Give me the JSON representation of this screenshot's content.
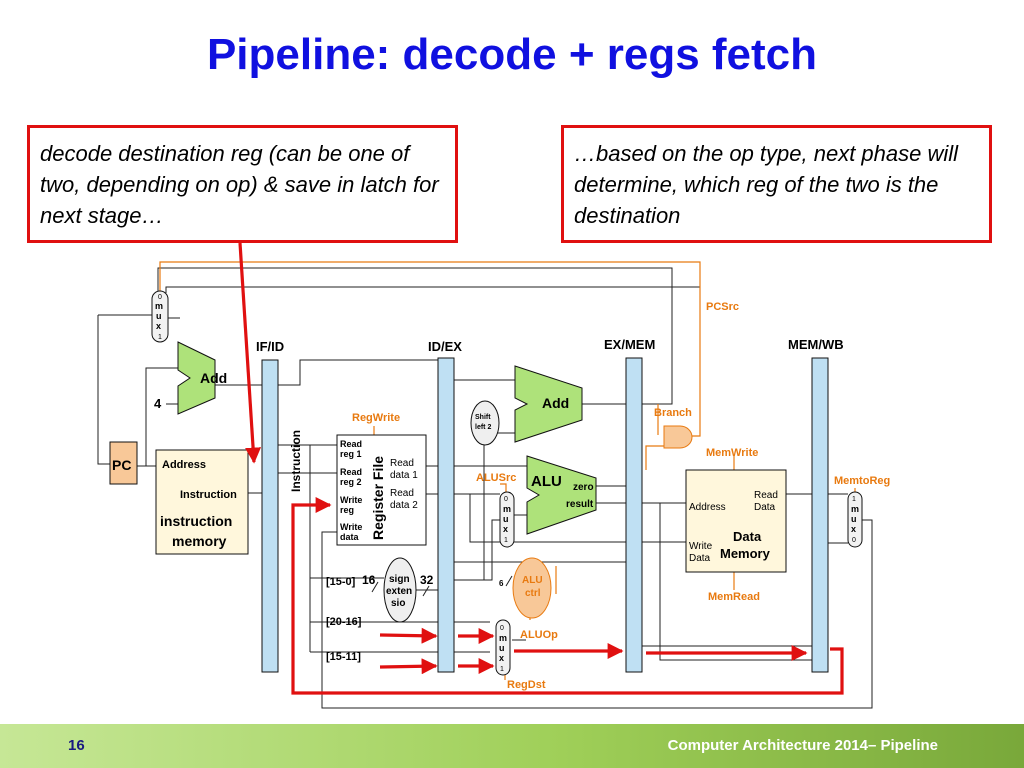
{
  "title": "Pipeline: decode + regs fetch",
  "notes": {
    "left": "decode destination reg (can be one of two, depending on op) & save in latch for next stage…",
    "right": "…based on the op type, next phase will determine, which reg of the two is the destination"
  },
  "diagram": {
    "pipeline_registers": [
      "IF/ID",
      "ID/EX",
      "EX/MEM",
      "MEM/WB"
    ],
    "pc": "PC",
    "add_left": "Add",
    "const_four": "4",
    "mux_letters": [
      "m",
      "u",
      "x"
    ],
    "mux_top": {
      "top_input": "0",
      "bottom_input": "1"
    },
    "mux_alusrc": {
      "top_input": "0",
      "bottom_input": "1"
    },
    "mux_regdst": {
      "top_input": "0",
      "bottom_input": "1"
    },
    "mux_wb": {
      "top_input": "1",
      "bottom_input": "0"
    },
    "instruction_memory": {
      "address": "Address",
      "instruction": "Instruction",
      "name_line1": "instruction",
      "name_line2": "memory"
    },
    "instruction_bus": "Instruction",
    "register_file": {
      "name": "Register File",
      "read_reg1": [
        "Read",
        "reg 1"
      ],
      "read_reg2": [
        "Read",
        "reg 2"
      ],
      "write_reg": [
        "Write",
        "reg"
      ],
      "write_data": [
        "Write",
        "data"
      ],
      "read_data1": [
        "Read",
        "data 1"
      ],
      "read_data2": [
        "Read",
        "data 2"
      ]
    },
    "shift_left": [
      "Shift",
      "left 2"
    ],
    "add_right": "Add",
    "alu": {
      "name": "ALU",
      "zero": "zero",
      "result": "result"
    },
    "sign_extend": [
      "sign",
      "exten",
      "sio"
    ],
    "alu_ctrl": [
      "ALU",
      "ctrl"
    ],
    "data_memory": {
      "address": "Address",
      "read_data": [
        "Read",
        "Data"
      ],
      "write_data": [
        "Write",
        "Data"
      ],
      "name": [
        "Data",
        "Memory"
      ]
    },
    "bit_fields": [
      "[15-0]",
      "[20-16]",
      "[15-11]"
    ],
    "widths": [
      "16",
      "32",
      "6"
    ],
    "control_signals": {
      "pcsrc": "PCSrc",
      "regwrite": "RegWrite",
      "branch": "Branch",
      "memwrite": "MemWrite",
      "alusrc": "ALUSrc",
      "memtoreg": "MemtoReg",
      "memread": "MemRead",
      "aluop": "ALUOp",
      "regdst": "RegDst"
    },
    "colors": {
      "control": "#e87a10",
      "highlight": "#e01010",
      "pipeline_reg": "#bfe0f3",
      "pc_fill": "#f8c898",
      "add_alu": "#aee27a"
    }
  },
  "footer": {
    "page": "16",
    "text": "Computer Architecture 2014– Pipeline"
  }
}
